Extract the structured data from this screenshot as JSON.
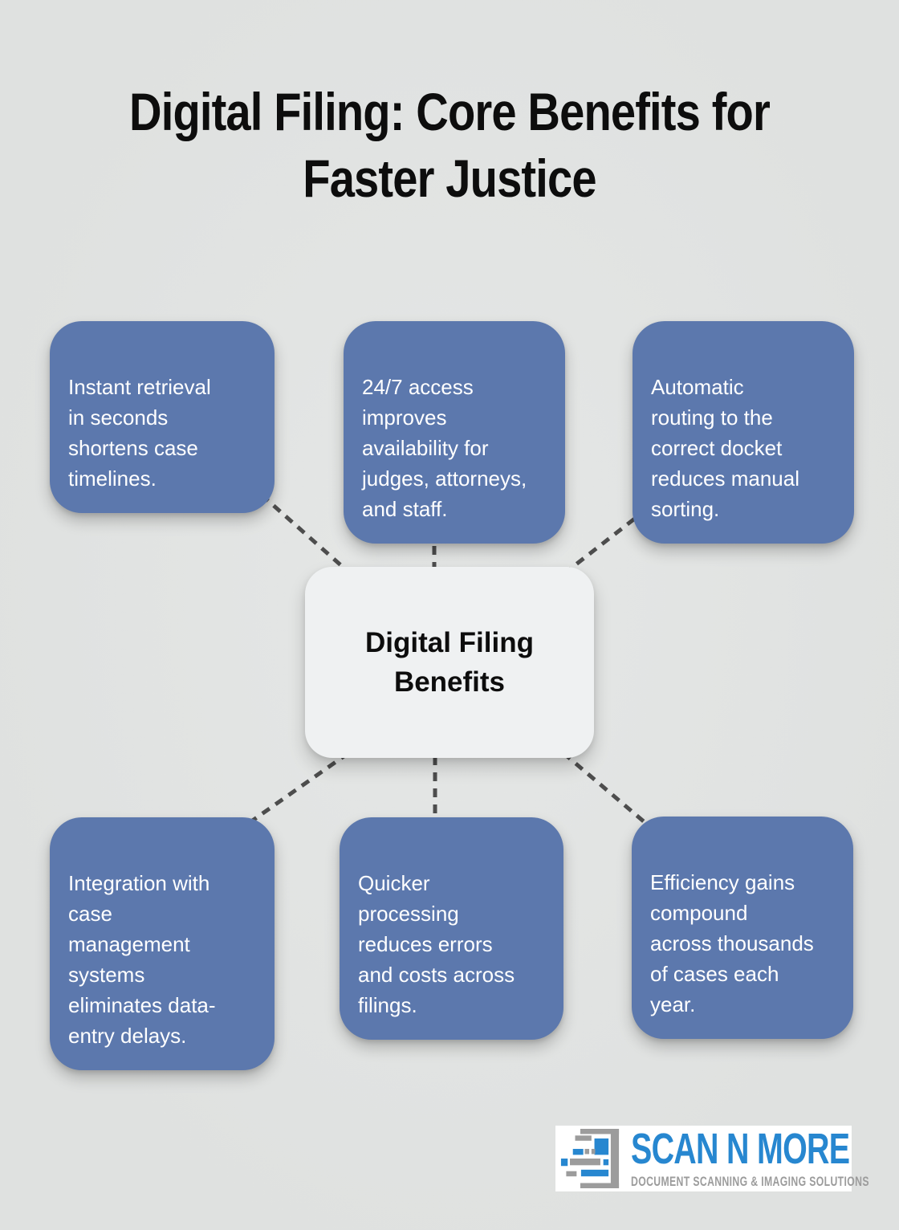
{
  "page": {
    "title": "Digital Filing: Core Benefits for\nFaster Justice"
  },
  "diagram": {
    "center": {
      "label": "Digital Filing\nBenefits"
    },
    "nodes": [
      {
        "position": "top-left",
        "text": "Instant retrieval\nin seconds\nshortens case\ntimelines."
      },
      {
        "position": "top-center",
        "text": "24/7 access\nimproves\navailability for\njudges, attorneys,\nand staff."
      },
      {
        "position": "top-right",
        "text": "Automatic\nrouting to the\ncorrect docket\nreduces manual\nsorting."
      },
      {
        "position": "bottom-left",
        "text": "Integration with\ncase\nmanagement\nsystems\neliminates data-\nentry delays."
      },
      {
        "position": "bottom-center",
        "text": "Quicker\nprocessing\nreduces errors\nand costs across\nfilings."
      },
      {
        "position": "bottom-right",
        "text": "Efficiency gains\ncompound\nacross thousands\nof cases each\nyear."
      }
    ]
  },
  "logo": {
    "name": "SCAN N MORE",
    "tagline": "DOCUMENT SCANNING & IMAGING SOLUTIONS"
  },
  "colors": {
    "background": "#dfe1e0",
    "bg_light": "#e5e7e6",
    "node_fill": "#5c78ad",
    "node_text": "#ffffff",
    "center_fill": "#eff1f2",
    "center_text": "#0d0d0d",
    "connector": "#4d4d4d",
    "logo_blue": "#2787d0",
    "logo_gray": "#9c9c9c"
  }
}
